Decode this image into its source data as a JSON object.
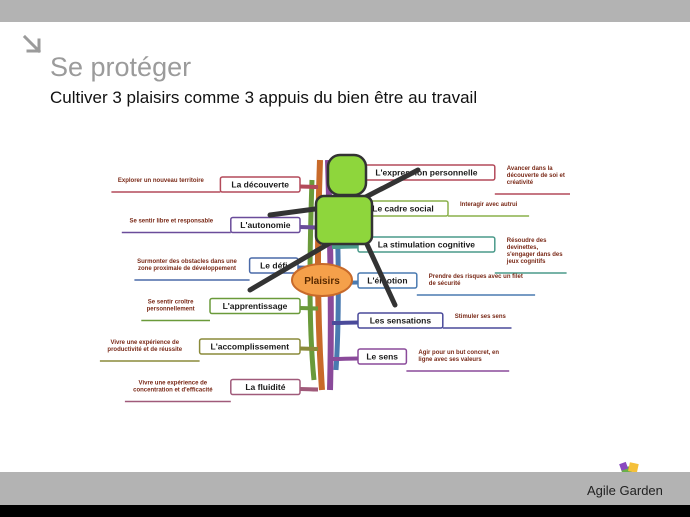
{
  "slide": {
    "title": "Se protéger",
    "subtitle": "Cultiver 3 plaisirs comme 3 appuis du bien être au travail"
  },
  "mindmap": {
    "center": "Plaisirs",
    "left_nodes": [
      {
        "label": "La découverte",
        "note": [
          "Explorer un nouveau territoire"
        ],
        "color": "#b34a5a"
      },
      {
        "label": "L'autonomie",
        "note": [
          "Se sentir libre et responsable"
        ],
        "color": "#6a4c9a"
      },
      {
        "label": "Le défi",
        "note": [
          "Surmonter des obstacles dans une",
          "zone proximale de développement"
        ],
        "color": "#4a6aa8"
      },
      {
        "label": "L'apprentissage",
        "note": [
          "Se sentir croître",
          "personnellement"
        ],
        "color": "#6a9a3a"
      },
      {
        "label": "L'accomplissement",
        "note": [
          "Vivre une expérience de",
          "productivité et de réussite"
        ],
        "color": "#8a8a3a"
      },
      {
        "label": "La fluidité",
        "note": [
          "Vivre une expérience de",
          "concentration et d'efficacité"
        ],
        "color": "#a05a7a"
      }
    ],
    "right_nodes": [
      {
        "label": "L'expression personnelle",
        "note": [
          "Avancer dans la",
          "découverte de soi et",
          "créativité"
        ],
        "color": "#b34a5a"
      },
      {
        "label": "Le cadre social",
        "note": [
          "Interagir avec autrui"
        ],
        "color": "#8ab04a"
      },
      {
        "label": "La stimulation cognitive",
        "note": [
          "Résoudre des",
          "devinettes,",
          "s'engager dans des",
          "jeux cognitifs"
        ],
        "color": "#4a9a8a"
      },
      {
        "label": "L'émotion",
        "note": [
          "Prendre des risques avec un filet",
          "de sécurité"
        ],
        "color": "#4a7ab0"
      },
      {
        "label": "Les sensations",
        "note": [
          "Stimuler ses sens"
        ],
        "color": "#4a4a9a"
      },
      {
        "label": "Le sens",
        "note": [
          "Agir pour un but concret, en",
          "ligne avec ses valeurs"
        ],
        "color": "#8a4a9a"
      }
    ],
    "figure_color": "#8ed63c"
  },
  "brand": {
    "name": "Agile Garden"
  }
}
